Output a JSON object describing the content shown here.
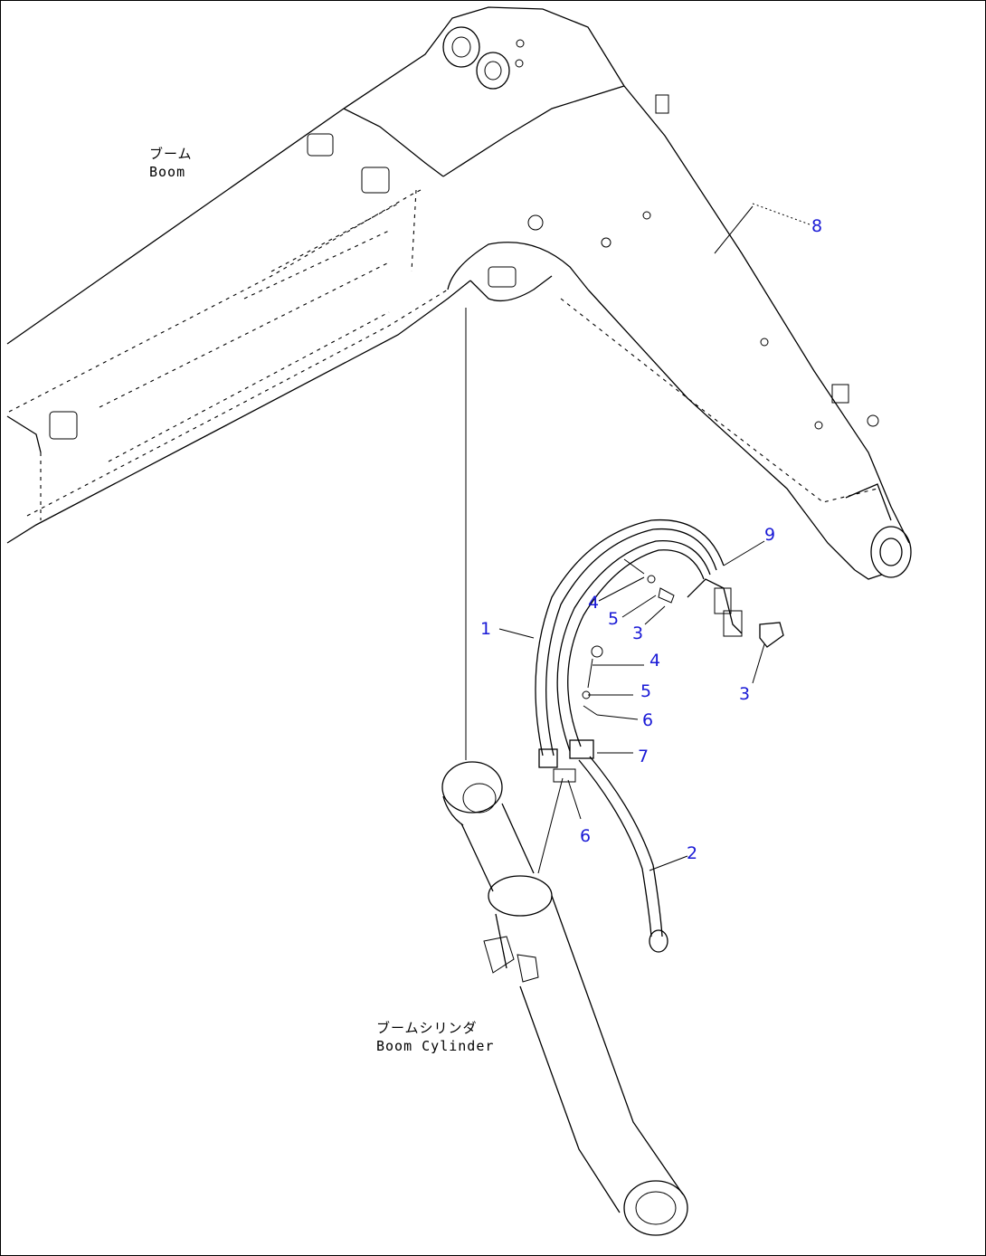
{
  "labels": {
    "boom_jp": "ブーム",
    "boom_en": "Boom",
    "cylinder_jp": "ブームシリンダ",
    "cylinder_en": "Boom Cylinder"
  },
  "callouts": [
    {
      "text": "8"
    },
    {
      "text": "9"
    },
    {
      "text": "4"
    },
    {
      "text": "5"
    },
    {
      "text": "3"
    },
    {
      "text": "1"
    },
    {
      "text": "4"
    },
    {
      "text": "5"
    },
    {
      "text": "3"
    },
    {
      "text": "6"
    },
    {
      "text": "7"
    },
    {
      "text": "6"
    },
    {
      "text": "2"
    }
  ]
}
